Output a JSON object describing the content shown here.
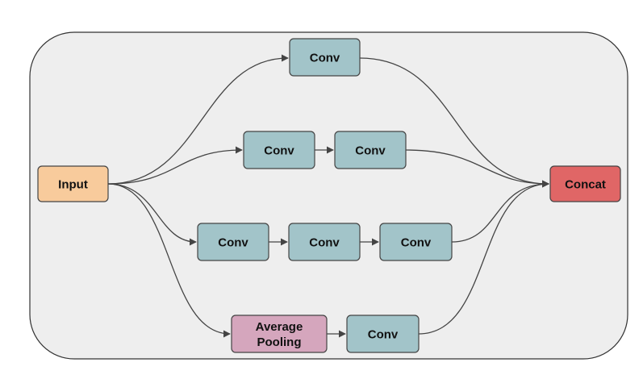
{
  "diagram": {
    "nodes": {
      "input": {
        "label": "Input",
        "color": "#f8cb9c"
      },
      "concat": {
        "label": "Concat",
        "color": "#e06666"
      },
      "b1_conv1": {
        "label": "Conv",
        "color": "#a2c4c9"
      },
      "b2_conv1": {
        "label": "Conv",
        "color": "#a2c4c9"
      },
      "b2_conv2": {
        "label": "Conv",
        "color": "#a2c4c9"
      },
      "b3_conv1": {
        "label": "Conv",
        "color": "#a2c4c9"
      },
      "b3_conv2": {
        "label": "Conv",
        "color": "#a2c4c9"
      },
      "b3_conv3": {
        "label": "Conv",
        "color": "#a2c4c9"
      },
      "b4_pool_line1": "Average",
      "b4_pool_line2": "Pooling",
      "b4_pool_color": "#d5a6bd",
      "b4_conv1": {
        "label": "Conv",
        "color": "#a2c4c9"
      }
    },
    "container_color": "#eeeeee"
  }
}
